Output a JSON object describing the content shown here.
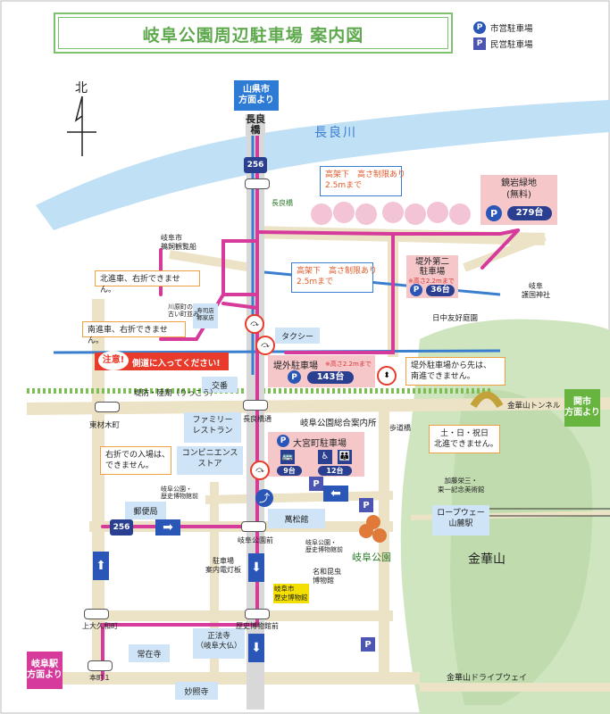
{
  "title": "岐阜公園周辺駐車場 案内図",
  "legend": [
    {
      "symbol": "P",
      "label": "市営駐車場",
      "shape": "circle",
      "color": "#2a56b8"
    },
    {
      "symbol": "P",
      "label": "民営駐車場",
      "shape": "square",
      "color": "#4d55b3"
    }
  ],
  "compass": "北",
  "directions": {
    "yamagata": "山県市\n方面より",
    "seki": "関市\n方面より",
    "gifu_station": "岐阜駅\n方面より"
  },
  "river": "長良川",
  "bridge": "長良橋",
  "route_numbers": {
    "top": "256",
    "mid": "256"
  },
  "parking": {
    "kyoganryokuchi": {
      "name": "鏡岩緑地\n(無料)",
      "count": "279台"
    },
    "teigai2": {
      "name": "堤外第二\n駐車場",
      "note": "※高さ2.2mまで",
      "count": "36台"
    },
    "teigai": {
      "name": "堤外駐車場",
      "note": "※高さ2.2mまで",
      "count": "143台"
    },
    "omiyacho": {
      "name": "大宮町駐車場",
      "count_bus": "9台",
      "count_disabled": "12台"
    }
  },
  "callouts": {
    "height1": "高架下　高さ制限あり\n2.5mまで",
    "height2": "高架下　高さ制限あり\n2.5mまで",
    "north_no_right": "北進車、右折できません。",
    "south_no_right": "南進車、右折できません。",
    "caution_prefix": "注意!",
    "caution_text": "側道に入ってください!",
    "no_right_entry": "右折での入場は、\nできません。",
    "beyond_teigai": "堤外駐車場から先は、\n南進できません。",
    "weekend": "土・日・祝日\n北進できません。"
  },
  "labels": {
    "ukai": "岐阜市\n鵜飼観覧船",
    "nagarabashi_stop": "長良橋",
    "kawara": "川原町の\n古い町並み",
    "jujuji": "寿司店\n郷家店",
    "taxi": "タクシー",
    "nichu": "日中友好庭園",
    "kinkazan_tunnel": "金華山トンネル",
    "teibo": "堤防・陸閘（りっこう）",
    "koban": "交番",
    "higashi_zaimoku": "東材木町",
    "nagarabashi_dori": "長良橋通",
    "family": "ファミリー\nレストラン",
    "conv": "コンビニエンス\nストア",
    "guide": "岐阜公園総合案内所",
    "hodo": "歩道橋",
    "gifu_shrine": "岐阜\n護国神社",
    "kato": "加藤栄三・\n東一記念美術館",
    "ropeway": "ロープウェー\n山麓駅",
    "kinkazan": "金華山",
    "gifu_park": "岐阜公園",
    "takamatsu": "萬松館",
    "post": "郵便局",
    "history_sign": "岐阜公園・\n歴史博物館前",
    "history_sign2": "岐阜公園・\n歴史博物館前",
    "parking_sign": "駐車場\n案内電灯板",
    "gifu_park_mae": "岐阜公園前",
    "meiwa": "名和昆虫\n博物館",
    "history_museum": "岐阜市\n歴史博物館",
    "kamihisa": "上大久和町",
    "rekishi_mae": "歴史博物館前",
    "shohoji": "正法寺\n（岐阜大仏）",
    "joza": "常在寺",
    "honmachi": "本町１",
    "myosho": "妙照寺",
    "drive": "金華山ドライブウェイ"
  }
}
